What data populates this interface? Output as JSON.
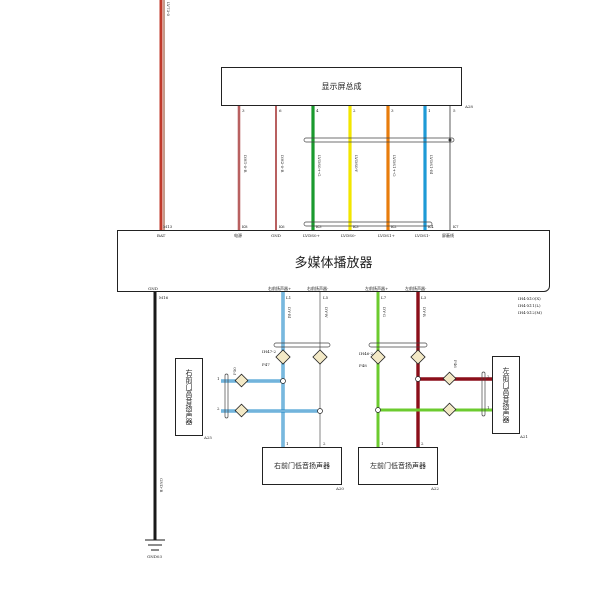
{
  "components": {
    "display": "显示屏总成",
    "player": "多媒体播放器",
    "rf_tweeter": "右前门高音扬声器",
    "lf_tweeter": "左前门高音扬声器",
    "rf_woofer": "右前门低音扬声器",
    "lf_woofer": "左前门低音扬声器"
  },
  "connectors": {
    "a28_top": "A28",
    "m13": "M13",
    "m16": "M16",
    "a25": "A25",
    "a21": "A21",
    "a20": "A20",
    "a22": "A22",
    "gnd_ground": "GND03",
    "player_conn_list": [
      "IH4-X10(X)",
      "IH4-X11(L)",
      "IH4-X12(M)"
    ],
    "inline_right": "IH47-2",
    "inline_left": "IH46-2",
    "p47": "P47",
    "p48": "P48",
    "p50": "P50",
    "p46": "P46"
  },
  "display_pins": [
    "3",
    "6",
    "4",
    "2",
    "3",
    "1",
    "5"
  ],
  "wire_codes": {
    "bat": "LV73-0",
    "power": "DH1-0-R",
    "gnd": "DH2-0-B",
    "lvds0p": "LVDS0+-G",
    "lvds0n": "LVDS0-Y",
    "lvds1p": "LVDS1+-O",
    "lvds1n": "LVDS1-Bl",
    "gnd_main": "GND-B",
    "rf_w1": "DY-Bl",
    "rf_w2": "DY-W",
    "lf_w1": "DY-G",
    "lf_w2": "DY-R"
  },
  "player_pins_top": [
    {
      "pin": "M13",
      "label": "BAT"
    },
    {
      "pin": "K8",
      "label": "电源"
    },
    {
      "pin": "K6",
      "label": "GND"
    },
    {
      "pin": "K3",
      "label": "LVDS0+"
    },
    {
      "pin": "K3",
      "label": "LVDS0-"
    },
    {
      "pin": "K2",
      "label": "LVDS1+"
    },
    {
      "pin": "K4",
      "label": "LVDS1-"
    },
    {
      "pin": "K7",
      "label": "屏蔽线"
    }
  ],
  "player_pins_bottom": [
    {
      "pin": "M16",
      "label": "GND"
    },
    {
      "pin": "L1",
      "label": "右前扬声器+"
    },
    {
      "pin": "L5",
      "label": "右前扬声器-"
    },
    {
      "pin": "L7",
      "label": "左前扬声器+"
    },
    {
      "pin": "L3",
      "label": "左前扬声器-"
    }
  ],
  "speaker_pins": [
    "1",
    "2",
    "1",
    "2",
    "2",
    "1",
    "1",
    "2"
  ],
  "colors": {
    "bat": "#c0392b",
    "power": "#9b1c1c",
    "lvds0p": "#1a9a2e",
    "lvds0n": "#f2e600",
    "lvds1p": "#e87d0d",
    "lvds1n": "#1e9ad6",
    "rf": "#1e88c8",
    "lf_green": "#6ccb2f",
    "lf_red": "#8b0f1a",
    "black": "#1a1a1a"
  }
}
